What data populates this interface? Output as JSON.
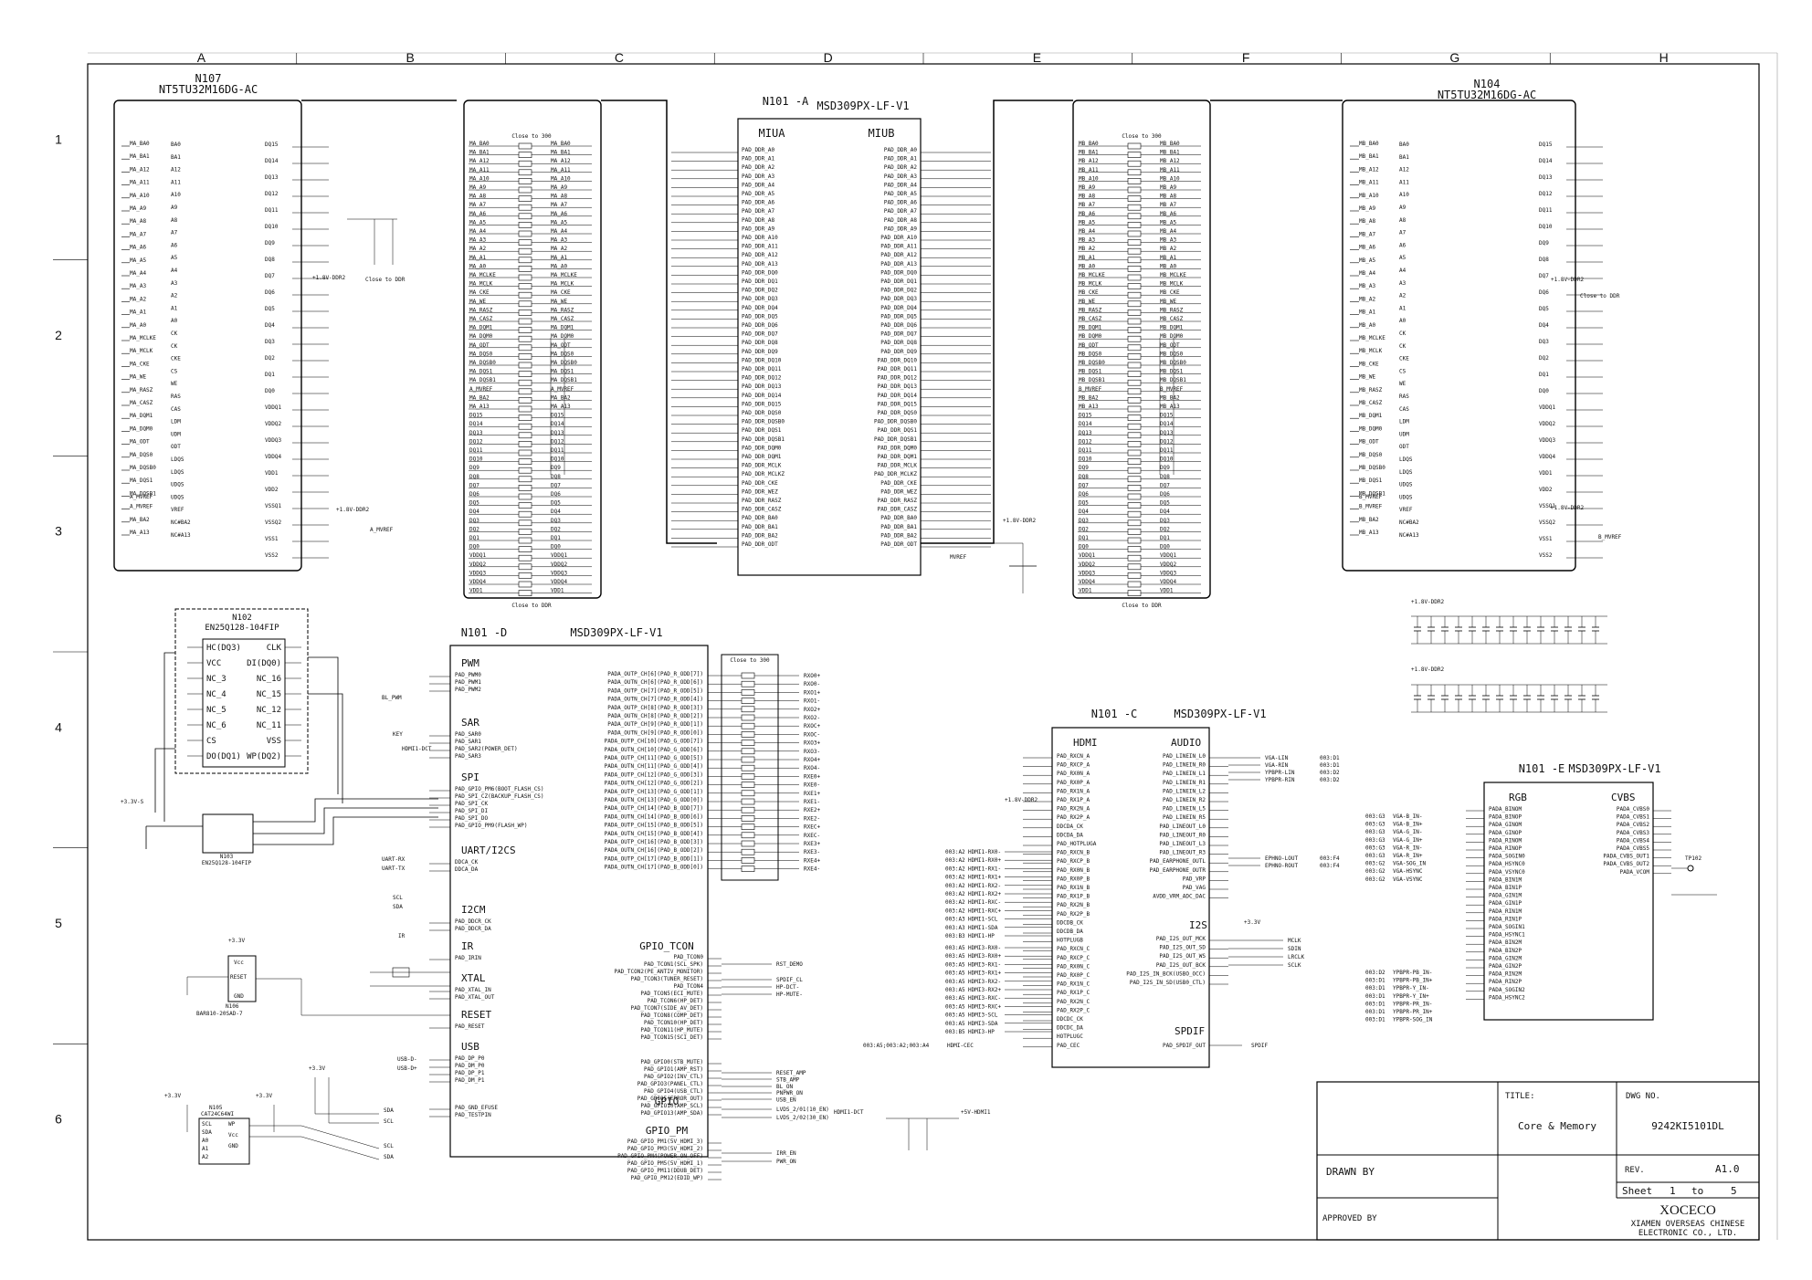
{
  "zones": {
    "columns": [
      "A",
      "B",
      "C",
      "D",
      "E",
      "F",
      "G",
      "H"
    ],
    "rows": [
      "1",
      "2",
      "3",
      "4",
      "5",
      "6"
    ]
  },
  "chips": {
    "n107": {
      "ref": "N107",
      "part": "NT5TU32M16DG-AC",
      "left_pins": [
        "MA_BA0",
        "MA_BA1",
        "MA_A12",
        "MA_A11",
        "MA_A10",
        "MA_A9",
        "MA_A8",
        "MA_A7",
        "MA_A6",
        "MA_A5",
        "MA_A4",
        "MA_A3",
        "MA_A2",
        "MA_A1",
        "MA_A0",
        "MA_MCLKE",
        "MA_MCLK",
        "MA_CKE",
        "MA_WE",
        "MA_RASZ",
        "MA_CASZ",
        "MA_DQM1",
        "MA_DQM0",
        "MA_ODT",
        "MA_DQS0",
        "MA_DQSB0",
        "MA_DQS1",
        "MA_DQSB1",
        "A_MVREF",
        "MA_BA2",
        "MA_A13"
      ],
      "right_pins": [
        "DQ15",
        "DQ14",
        "DQ13",
        "DQ12",
        "DQ11",
        "DQ10",
        "DQ9",
        "DQ8",
        "DQ7",
        "DQ6",
        "DQ5",
        "DQ4",
        "DQ3",
        "DQ2",
        "DQ1",
        "DQ0",
        "VDDQ1",
        "VDDQ2",
        "VDDQ3",
        "VDDQ4",
        "VDD1",
        "VDD2",
        "VSSQ1",
        "VSSQ2",
        "VSS1",
        "VSS2"
      ],
      "inner_left": [
        "BA0",
        "BA1",
        "A12",
        "A11",
        "A10",
        "A9",
        "A8",
        "A7",
        "A6",
        "A5",
        "A4",
        "A3",
        "A2",
        "A1",
        "A0",
        "CK",
        "CK",
        "CKE",
        "CS",
        "WE",
        "RAS",
        "CAS",
        "LDM",
        "UDM",
        "ODT",
        "LDQS",
        "LDQS",
        "UDQS",
        "UDQS",
        "VREF",
        "NC#BA2",
        "NC#A13"
      ]
    },
    "n104": {
      "ref": "N104",
      "part": "NT5TU32M16DG-AC",
      "left_pins": [
        "MB_BA0",
        "MB_BA1",
        "MB_A12",
        "MB_A11",
        "MB_A10",
        "MB_A9",
        "MB_A8",
        "MB_A7",
        "MB_A6",
        "MB_A5",
        "MB_A4",
        "MB_A3",
        "MB_A2",
        "MB_A1",
        "MB_A0",
        "MB_MCLKE",
        "MB_MCLK",
        "MB_CKE",
        "MB_WE",
        "MB_RASZ",
        "MB_CASZ",
        "MB_DQM1",
        "MB_DQM0",
        "MB_ODT",
        "MB_DQS0",
        "MB_DQSB0",
        "MB_DQS1",
        "MB_DQSB1",
        "B_MVREF",
        "MB_BA2",
        "MB_A13"
      ]
    },
    "n101a": {
      "ref": "N101 -A",
      "part": "MSD309PX-LF-V1",
      "miua": "MIUA",
      "miub": "MIUB",
      "miua_pins": [
        "PAD_DDR_A0",
        "PAD_DDR_A1",
        "PAD_DDR_A2",
        "PAD_DDR_A3",
        "PAD_DDR_A4",
        "PAD_DDR_A5",
        "PAD_DDR_A6",
        "PAD_DDR_A7",
        "PAD_DDR_A8",
        "PAD_DDR_A9",
        "PAD_DDR_A10",
        "PAD_DDR_A11",
        "PAD_DDR_A12",
        "PAD_DDR_A13",
        "PAD_DDR_DQ0",
        "PAD_DDR_DQ1",
        "PAD_DDR_DQ2",
        "PAD_DDR_DQ3",
        "PAD_DDR_DQ4",
        "PAD_DDR_DQ5",
        "PAD_DDR_DQ6",
        "PAD_DDR_DQ7",
        "PAD_DDR_DQ8",
        "PAD_DDR_DQ9",
        "PAD_DDR_DQ10",
        "PAD_DDR_DQ11",
        "PAD_DDR_DQ12",
        "PAD_DDR_DQ13",
        "PAD_DDR_DQ14",
        "PAD_DDR_DQ15",
        "PAD_DDR_DQS0",
        "PAD_DDR_DQSB0",
        "PAD_DDR_DQS1",
        "PAD_DDR_DQSB1",
        "PAD_DDR_DQM0",
        "PAD_DDR_DQM1",
        "PAD_DDR_MCLK",
        "PAD_DDR_MCLKZ",
        "PAD_DDR_CKE",
        "PAD_DDR_WEZ",
        "PAD_DDR_RASZ",
        "PAD_DDR_CASZ",
        "PAD_DDR_BA0",
        "PAD_DDR_BA1",
        "PAD_DDR_BA2",
        "PAD_DDR_ODT"
      ],
      "miub_pins": [
        "PAD_DDR_A0",
        "PAD_DDR_A1",
        "PAD_DDR_A2",
        "PAD_DDR_A3",
        "PAD_DDR_A4",
        "PAD_DDR_A5",
        "PAD_DDR_A6",
        "PAD_DDR_A7",
        "PAD_DDR_A8",
        "PAD_DDR_A9",
        "PAD_DDR_A10",
        "PAD_DDR_A11",
        "PAD_DDR_A12",
        "PAD_DDR_A13",
        "PAD_DDR_DQ0",
        "PAD_DDR_DQ1",
        "PAD_DDR_DQ2",
        "PAD_DDR_DQ3",
        "PAD_DDR_DQ4",
        "PAD_DDR_DQ5",
        "PAD_DDR_DQ6",
        "PAD_DDR_DQ7",
        "PAD_DDR_DQ8",
        "PAD_DDR_DQ9",
        "PAD_DDR_DQ10",
        "PAD_DDR_DQ11",
        "PAD_DDR_DQ12",
        "PAD_DDR_DQ13",
        "PAD_DDR_DQ14",
        "PAD_DDR_DQ15",
        "PAD_DDR_DQS0",
        "PAD_DDR_DQSB0",
        "PAD_DDR_DQS1",
        "PAD_DDR_DQSB1",
        "PAD_DDR_DQM0",
        "PAD_DDR_DQM1",
        "PAD_DDR_MCLK",
        "PAD_DDR_MCLKZ",
        "PAD_DDR_CKE",
        "PAD_DDR_WEZ",
        "PAD_DDR_RASZ",
        "PAD_DDR_CASZ",
        "PAD_DDR_BA0",
        "PAD_DDR_BA1",
        "PAD_DDR_BA2",
        "PAD_DDR_ODT"
      ],
      "mvref": "MVREF"
    },
    "n101d": {
      "ref": "N101 -D",
      "part": "MSD309PX-LF-V1",
      "sections": [
        "PWM",
        "SAR",
        "SPI",
        "UART/I2CS",
        "I2CM",
        "IR",
        "XTAL",
        "RESET",
        "USB"
      ],
      "right_sections": [
        "GPIO_TCON",
        "GPIO",
        "GPIO_PM"
      ],
      "pwm_pins": [
        "PAD_PWM0",
        "PAD_PWM1",
        "PAD_PWM2"
      ],
      "sar_pins": [
        "PAD_SAR0",
        "PAD_SAR1",
        "PAD_SAR2(POWER_DET)",
        "PAD_SAR3"
      ],
      "spi_pins": [
        "PAD_GPIO_PM6(BOOT_FLASH_CS)",
        "PAD_SPI_CZ(BACKUP_FLASH_CS)",
        "PAD_SPI_CK",
        "PAD_SPI_DI",
        "PAD_SPI_DO",
        "PAD_GPIO_PM9(FLASH_WP)"
      ],
      "uart_pins": [
        "DDCA_CK",
        "DDCA_DA"
      ],
      "i2cm_pins": [
        "PAD_DDCR_CK",
        "PAD_DDCR_DA"
      ],
      "ir_pins": [
        "PAD_IRIN"
      ],
      "xtal_pins": [
        "PAD_XTAL_IN",
        "PAD_XTAL_OUT"
      ],
      "reset_pins": [
        "PAD_RESET"
      ],
      "usb_pins": [
        "PAD_DP_P0",
        "PAD_DM_P0",
        "PAD_DP_P1",
        "PAD_DM_P1"
      ],
      "efuse_pins": [
        "PAD_GND_EFUSE",
        "PAD_TESTPIN"
      ],
      "lvds_pins": [
        "PADA_OUTP_CH[6](PAD_R_ODD[7])",
        "PADA_OUTN_CH[6](PAD_R_ODD[6])",
        "PADA_OUTP_CH[7](PAD_R_ODD[5])",
        "PADA_OUTN_CH[7](PAD_R_ODD[4])",
        "PADA_OUTP_CH[8](PAD_R_ODD[3])",
        "PADA_OUTN_CH[8](PAD_R_ODD[2])",
        "PADA_OUTP_CH[9](PAD_R_ODD[1])",
        "PADA_OUTN_CH[9](PAD_R_ODD[0])",
        "PADA_OUTP_CH[10](PAD_G_ODD[7])",
        "PADA_OUTN_CH[10](PAD_G_ODD[6])",
        "PADA_OUTP_CH[11](PAD_G_ODD[5])",
        "PADA_OUTN_CH[11](PAD_G_ODD[4])",
        "PADA_OUTP_CH[12](PAD_G_ODD[3])",
        "PADA_OUTN_CH[12](PAD_G_ODD[2])",
        "PADA_OUTP_CH[13](PAD_G_ODD[1])",
        "PADA_OUTN_CH[13](PAD_G_ODD[0])",
        "PADA_OUTP_CH[14](PAD_B_ODD[7])",
        "PADA_OUTN_CH[14](PAD_B_ODD[6])",
        "PADA_OUTP_CH[15](PAD_B_ODD[5])",
        "PADA_OUTN_CH[15](PAD_B_ODD[4])",
        "PADA_OUTP_CH[16](PAD_B_ODD[3])",
        "PADA_OUTN_CH[16](PAD_B_ODD[2])",
        "PADA_OUTP_CH[17](PAD_B_ODD[1])",
        "PADA_OUTN_CH[17](PAD_B_ODD[0])"
      ],
      "tcon_pins": [
        "PAD_TCON0",
        "PAD_TCON1(SCL_SPK)",
        "PAD_TCON2(PE_ANTIV_MONITOR)",
        "PAD_TCON3(TUNER_RESET)",
        "PAD_TCON4",
        "PAD_TCON5(ECI_MUTE)",
        "PAD_TCON6(HP_DET)",
        "PAD_TCON7(SIDE_AV_DET)",
        "PAD_TCON8(COMP_DET)",
        "PAD_TCON10(HP_DET)",
        "PAD_TCON11(HP_MUTE)",
        "PAD_TCON15(SCI_DET)"
      ],
      "gpio_pins": [
        "PAD_GPIO0(STB_MUTE)",
        "PAD_GPIO1(AMP_RST)",
        "PAD_GPIO2(INV_CTL)",
        "PAD_GPIO3(PANEL_CTL)",
        "PAD_GPIO4(USB_CTL)",
        "PAD_GPIO5(ERROR_OUT)",
        "PAD_GPIO10(AMP_SCL)",
        "PAD_GPIO13(AMP_SDA)"
      ],
      "gpio_pm_pins": [
        "PAD_GPIO_PM1(5V_HDMI_3)",
        "PAD_GPIO_PM3(5V_HDMI_2)",
        "PAD_GPIO_PM4(POWER_ON_OFF)",
        "PAD_GPIO_PM5(5V_HDMI_1)",
        "PAD_GPIO_PM11(DDUB_DET)",
        "PAD_GPIO_PM12(EDID_WP)"
      ]
    },
    "n101c": {
      "ref": "N101 -C",
      "part": "MSD309PX-LF-V1",
      "hdmi": "HDMI",
      "audio": "AUDIO",
      "i2s": "I2S",
      "spdif": "SPDIF",
      "hdmi_pins": [
        "PAD_RXCN_A",
        "PAD_RXCP_A",
        "PAD_RX0N_A",
        "PAD_RX0P_A",
        "PAD_RX1N_A",
        "PAD_RX1P_A",
        "PAD_RX2N_A",
        "PAD_RX2P_A",
        "DDCDA_CK",
        "DDCDA_DA",
        "PAD_HOTPLUGA",
        "PAD_RXCN_B",
        "PAD_RXCP_B",
        "PAD_RX0N_B",
        "PAD_RX0P_B",
        "PAD_RX1N_B",
        "PAD_RX1P_B",
        "PAD_RX2N_B",
        "PAD_RX2P_B",
        "DDCDB_CK",
        "DDCDB_DA",
        "HOTPLUGB",
        "PAD_RXCN_C",
        "PAD_RXCP_C",
        "PAD_RX0N_C",
        "PAD_RX0P_C",
        "PAD_RX1N_C",
        "PAD_RX1P_C",
        "PAD_RX2N_C",
        "PAD_RX2P_C",
        "DDCDC_CK",
        "DDCDC_DA",
        "HOTPLUGC",
        "PAD_CEC"
      ],
      "audio_pins": [
        "PAD_LINEIN_L0",
        "PAD_LINEIN_R0",
        "PAD_LINEIN_L1",
        "PAD_LINEIN_R1",
        "PAD_LINEIN_L2",
        "PAD_LINEIN_R2",
        "PAD_LINEIN_L5",
        "PAD_LINEIN_R5",
        "PAD_LINEOUT_L0",
        "PAD_LINEOUT_R0",
        "PAD_LINEOUT_L3",
        "PAD_LINEOUT_R3",
        "PAD_EARPHONE_OUTL",
        "PAD_EARPHONE_OUTR",
        "PAD_VRP",
        "PAD_VAG",
        "AVDD_VRM_ADC_DAC"
      ],
      "i2s_pins": [
        "PAD_I2S_OUT_MCK",
        "PAD_I2S_OUT_SD",
        "PAD_I2S_OUT_WS",
        "PAD_I2S_OUT_BCK",
        "PAD_I2S_IN_BCK(USBO_OCC)",
        "PAD_I2S_IN_SD(USB0_CTL)"
      ],
      "spdif_pins": [
        "PAD_SPDIF_OUT"
      ]
    },
    "n101e": {
      "ref": "N101 -E",
      "part": "MSD309PX-LF-V1",
      "rgb": "RGB",
      "cvbs": "CVBS",
      "rgb_pins": [
        "PADA_BINOM",
        "PADA_BINOP",
        "PADA_GINOM",
        "PADA_GINOP",
        "PADA_RINOM",
        "PADA_RINOP",
        "PADA_SOGIN0",
        "PADA_HSYNC0",
        "PADA_VSYNC0",
        "PADA_BIN1M",
        "PADA_BIN1P",
        "PADA_GIN1M",
        "PADA_GIN1P",
        "PADA_RIN1M",
        "PADA_RIN1P",
        "PADA_SOGIN1",
        "PADA_HSYNC1",
        "PADA_BIN2M",
        "PADA_BIN2P",
        "PADA_GIN2M",
        "PADA_GIN2P",
        "PADA_RIN2M",
        "PADA_RIN2P",
        "PADA_SOGIN2",
        "PADA_HSYNC2"
      ],
      "cvbs_pins": [
        "PADA_CVBS0",
        "PADA_CVBS1",
        "PADA_CVBS2",
        "PADA_CVBS3",
        "PADA_CVBS4",
        "PADA_CVBS5",
        "PADA_CVBS_OUT1",
        "PADA_CVBS_OUT2",
        "PADA_VCOM"
      ]
    },
    "n102": {
      "ref": "N102",
      "part": "EN25Q128-104FIP",
      "pins_left": [
        "HC(DQ3)",
        "VCC",
        "NC_3",
        "NC_4",
        "NC_5",
        "NC_6",
        "CS",
        "DO(DQ1)"
      ],
      "pins_right": [
        "CLK",
        "DI(DQ0)",
        "NC_16",
        "NC_15",
        "NC_12",
        "NC_11",
        "VSS",
        "WP(DQ2)"
      ]
    },
    "n103": {
      "ref": "N103",
      "part": "EN25Q128-104FIP"
    },
    "n105": {
      "ref": "N105",
      "part": "CAT24C64WI",
      "pins": [
        "SCL",
        "SDA",
        "A0",
        "A1",
        "A2",
        "WP",
        "Vcc",
        "GND"
      ]
    },
    "n106": {
      "ref": "N106",
      "part": "BAR810-20SAD-7",
      "pins": [
        "Vcc",
        "RESET",
        "GND"
      ]
    }
  },
  "labels": {
    "close_to_ddr": "Close to DDR",
    "close_to_300": "Close to 300",
    "v18_ddr2": "+1.8V-DDR2",
    "v33": "+3.3V",
    "v33_s": "+3.3V-S",
    "v5_hdmi1": "+5V-HDMI1",
    "a_mvref": "A_MVREF",
    "b_mvref": "B_MVREF",
    "tp102": "TP102",
    "hdmi1_dct": "HDMI1-DCT",
    "rst_demo": "RST_DEMO",
    "spdif_out": "SPDIF",
    "bl_pwm": "BL_PWM",
    "key": "KEY",
    "ir": "IR",
    "scl": "SCL",
    "sda": "SDA",
    "uart_rx": "UART-RX",
    "uart_tx": "UART-TX",
    "usb_d_minus": "USB-D-",
    "usb_d_plus": "USB-D+",
    "mclk": "MCLK",
    "sdin": "SDIN",
    "lrclk": "LRCLK",
    "sclk": "SCLK",
    "lvds_nets": [
      "RXO0+",
      "RXO0-",
      "RXO1+",
      "RXO1-",
      "RXO2+",
      "RXO2-",
      "RXOC+",
      "RXOC-",
      "RXO3+",
      "RXO3-",
      "RXO4+",
      "RXO4-",
      "RXE0+",
      "RXE0-",
      "RXE1+",
      "RXE1-",
      "RXE2+",
      "RXE2-",
      "RXEC+",
      "RXEC-",
      "RXE3+",
      "RXE3-",
      "RXE4+",
      "RXE4-"
    ],
    "audio_nets": [
      "VGA-LIN",
      "VGA-RIN",
      "YPBPR-LIN",
      "YPBPR-RIN"
    ],
    "audio_refs": [
      "003:D1",
      "003:D1",
      "003:D2",
      "003:D2"
    ],
    "earphone_nets": [
      "EPHNO-LOUT",
      "EPHNO-ROUT"
    ],
    "earphone_refs": [
      "003:F4",
      "003:F4"
    ],
    "gpio_nets": [
      "RESET_AMP",
      "STB_AMP",
      "BL_ON",
      "PNPWR_ON",
      "USB_EN"
    ],
    "lvds_en": [
      "LVDS_2/01(10_EN)",
      "LVDS_2/02(30_EN)"
    ],
    "pm_nets": [
      "IRR_EN",
      "PWR_ON"
    ],
    "spdif_nets": [
      "SPDIF_CL",
      "HP-DCT-",
      "HP-MUTE-"
    ],
    "hdmi_nets_a": [
      "HDMI1-RX0-",
      "HDMI1-RX0+",
      "HDMI1-RX1-",
      "HDMI1-RX1+",
      "HDMI1-RX2-",
      "HDMI1-RX2+",
      "HDMI1-RXC-",
      "HDMI1-RXC+",
      "HDMI1-SCL",
      "HDMI1-SDA",
      "HDMI1-HP"
    ],
    "hdmi_nets_b": [
      "HDMI3-RX0-",
      "HDMI3-RX0+",
      "HDMI3-RX1-",
      "HDMI3-RX1+",
      "HDMI3-RX2-",
      "HDMI3-RX2+",
      "HDMI3-RXC-",
      "HDMI3-RXC+",
      "HDMI3-SCL",
      "HDMI3-SDA",
      "HDMI3-HP"
    ],
    "hdmi_refs": [
      "003:A2",
      "003:A2",
      "003:A2",
      "003:A2",
      "003:A2",
      "003:A2",
      "003:A2",
      "003:A2",
      "003:A3",
      "003:A3",
      "003:B3"
    ],
    "hdmi_refs_b": [
      "003:A5",
      "003:A5",
      "003:A5",
      "003:A5",
      "003:A5",
      "003:A5",
      "003:A5",
      "003:A5",
      "003:A5",
      "003:A5",
      "003:B5"
    ],
    "vga_nets": [
      "VGA-B_IN-",
      "VGA-B_IN+",
      "VGA-G_IN-",
      "VGA-G_IN+",
      "VGA-R_IN-",
      "VGA-R_IN+",
      "VGA-SOG_IN",
      "VGA-HSYNC",
      "VGA-VSYNC"
    ],
    "vga_refs": [
      "003:G3",
      "003:G3",
      "003:G3",
      "003:G3",
      "003:G3",
      "003:G3",
      "003:G2",
      "003:G2",
      "003:G2"
    ],
    "ypbpr_nets": [
      "YPBPR-PB_IN-",
      "YPBPR-PB_IN+",
      "YPBPR-Y_IN-",
      "YPBPR-Y_IN+",
      "YPBPR-PR_IN-",
      "YPBPR-PR_IN+",
      "YPBPR-SOG_IN"
    ],
    "ypbpr_refs": [
      "003:D2",
      "003:D1",
      "003:D1",
      "003:D1",
      "003:D1",
      "003:D1",
      "003:D1"
    ],
    "cec_ref": "003:A5;003:A2;003:A4",
    "hdmi_cec": "HDMI-CEC"
  },
  "title_block": {
    "title_label": "TITLE:",
    "title": "Core & Memory",
    "dwg_label": "DWG NO.",
    "dwg_no": "9242KI5101DL",
    "drawn_by": "DRAWN BY",
    "approved_by": "APPROVED BY",
    "rev_label": "REV.",
    "rev": "A1.0",
    "sheet_label": "Sheet",
    "sheet_no": "1",
    "sheet_to": "to",
    "sheet_total": "5",
    "company": "XOCECO",
    "company_full_1": "XIAMEN OVERSEAS CHINESE",
    "company_full_2": "ELECTRONIC CO., LTD."
  }
}
